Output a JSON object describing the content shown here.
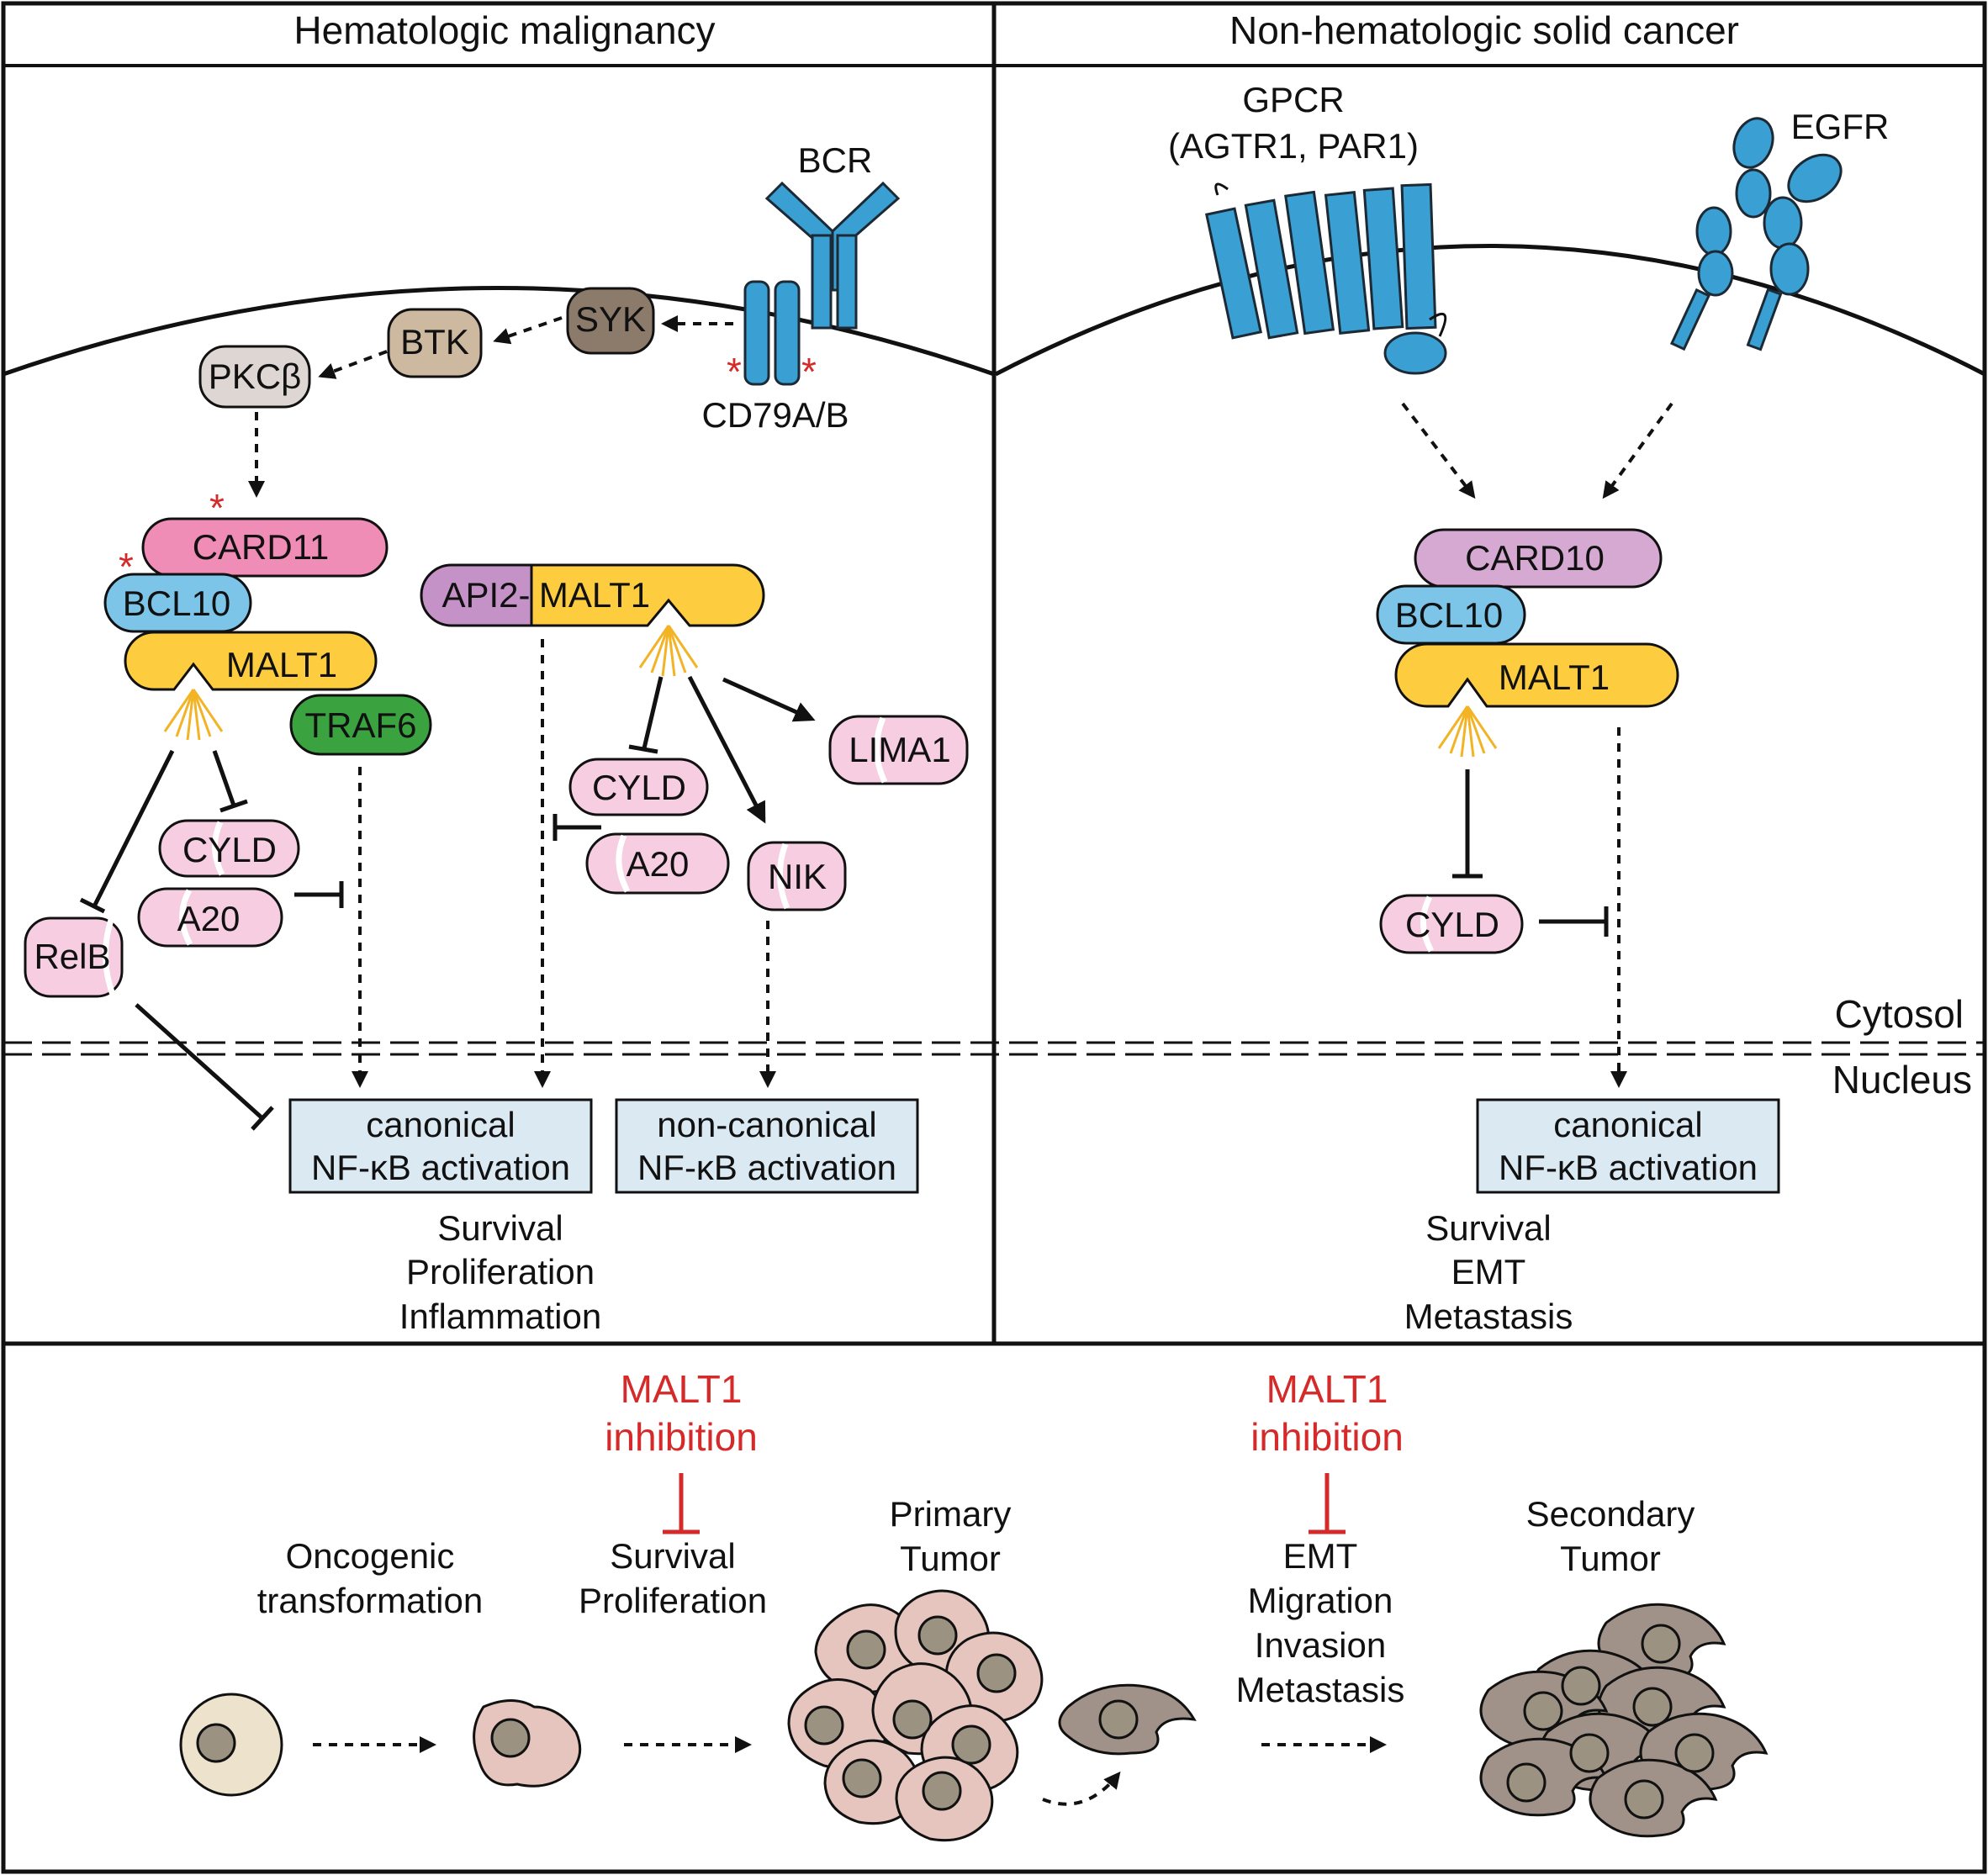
{
  "panels": {
    "left_title": "Hematologic malignancy",
    "right_title": "Non-hematologic solid cancer"
  },
  "compartments": {
    "cytosol": "Cytosol",
    "nucleus": "Nucleus"
  },
  "left": {
    "bcr": "BCR",
    "cd79": "CD79A/B",
    "syk": "SYK",
    "btk": "BTK",
    "pkc": "PKCβ",
    "card11": "CARD11",
    "bcl10": "BCL10",
    "malt1": "MALT1",
    "traf6": "TRAF6",
    "api2": "API2-",
    "api2_malt1": "MALT1",
    "cyld_a": "CYLD",
    "a20_a": "A20",
    "relb": "RelB",
    "cyld_b": "CYLD",
    "a20_b": "A20",
    "nik": "NIK",
    "lima1": "LIMA1",
    "box_canonical_1": "canonical",
    "box_canonical_2": "NF-κB activation",
    "box_noncanonical_1": "non-canonical",
    "box_noncanonical_2": "NF-κB activation",
    "outcomes": [
      "Survival",
      "Proliferation",
      "Inflammation"
    ],
    "asterisk": "*"
  },
  "right": {
    "gpcr_1": "GPCR",
    "gpcr_2": "(AGTR1, PAR1)",
    "egfr": "EGFR",
    "card10": "CARD10",
    "bcl10": "BCL10",
    "malt1": "MALT1",
    "cyld": "CYLD",
    "box_canonical_1": "canonical",
    "box_canonical_2": "NF-κB activation",
    "outcomes": [
      "Survival",
      "EMT",
      "Metastasis"
    ]
  },
  "bottom": {
    "oncogenic_1": "Oncogenic",
    "oncogenic_2": "transformation",
    "inhibition_a_1": "MALT1",
    "inhibition_a_2": "inhibition",
    "effects_a": [
      "Survival",
      "Proliferation"
    ],
    "primary_1": "Primary",
    "primary_2": "Tumor",
    "inhibition_b_1": "MALT1",
    "inhibition_b_2": "inhibition",
    "effects_b": [
      "EMT",
      "Migration",
      "Invasion",
      "Metastasis"
    ],
    "secondary_1": "Secondary",
    "secondary_2": "Tumor"
  },
  "colors": {
    "card11": "#f08db6",
    "bcl10": "#7cc4e8",
    "malt1": "#fecd3f",
    "traf6": "#3aa340",
    "api2": "#c592c8",
    "card10": "#d6a9d3",
    "substrate": "#f6cde1",
    "syk": "#8c7a6a",
    "btk": "#cdb8a0",
    "pkc": "#ddd6d2",
    "receptor": "#3a9fd2",
    "nucleus_box": "#dbe9f3",
    "inhibition_red": "#d42a2a",
    "tumor_cell": "#e5c5bd",
    "metastatic_cell": "#a09288"
  }
}
